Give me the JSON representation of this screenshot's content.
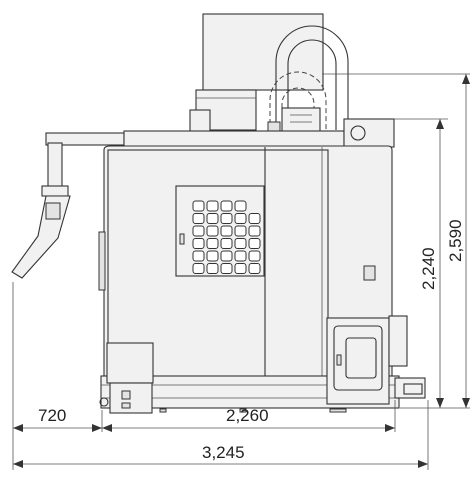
{
  "dimensions": {
    "front_overhang": "720",
    "body_width": "2,260",
    "overall_width": "3,245",
    "body_height": "2,240",
    "overall_height": "2,590"
  },
  "colors": {
    "line": "#333333",
    "body_fill": "#f1f1f1",
    "panel_fill": "#e3e3e3",
    "background": "#ffffff"
  }
}
